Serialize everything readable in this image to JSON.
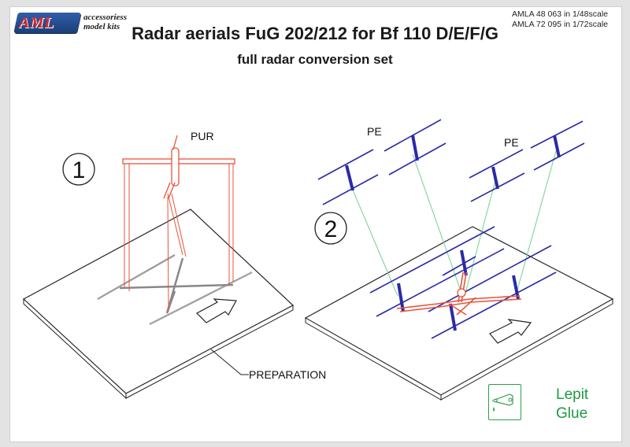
{
  "brand": {
    "logo_text": "AML",
    "tagline_line1": "accessoriess",
    "tagline_line2": "model kits"
  },
  "header": {
    "title": "Radar aerials FuG 202/212 for Bf 110 D/E/F/G",
    "subtitle": "full radar conversion set"
  },
  "product_codes": [
    "AMLA 48 063 in 1/48scale",
    "AMLA 72 095 in 1/72scale"
  ],
  "steps": [
    {
      "number": "1",
      "part_label": "PUR"
    },
    {
      "number": "2",
      "part_labels": [
        "PE",
        "PE"
      ]
    }
  ],
  "callouts": {
    "preparation": "PREPARATION"
  },
  "glue": {
    "icon": "glue-tube-icon",
    "line1": "Lepit",
    "line2": "Glue"
  },
  "colors": {
    "accent_red": "#e8533a",
    "pe_blue": "#2a2aa8",
    "guide_green": "#7fd39a",
    "glue_green": "#1e9a40"
  }
}
